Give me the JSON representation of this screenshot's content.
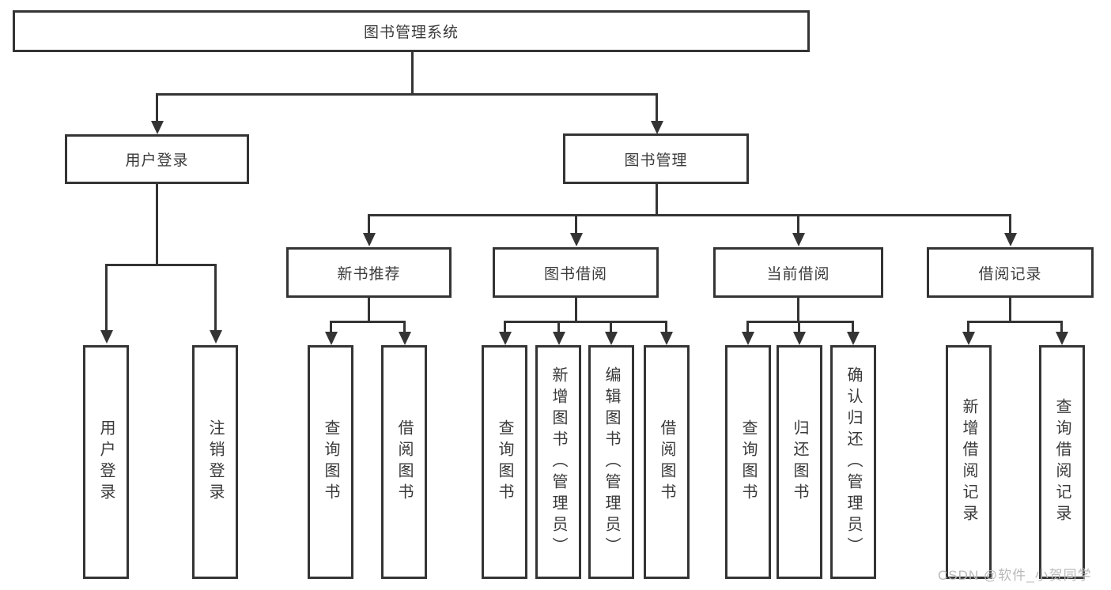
{
  "tree": {
    "label": "图书管理系统",
    "children": [
      {
        "label": "用户登录",
        "children": [
          {
            "label": "用户登录"
          },
          {
            "label": "注销登录"
          }
        ]
      },
      {
        "label": "图书管理",
        "children": [
          {
            "label": "新书推荐",
            "children": [
              {
                "label": "查询图书"
              },
              {
                "label": "借阅图书"
              }
            ]
          },
          {
            "label": "图书借阅",
            "children": [
              {
                "label": "查询图书"
              },
              {
                "label": "新增图书（管理员）"
              },
              {
                "label": "编辑图书（管理员）"
              },
              {
                "label": "借阅图书"
              }
            ]
          },
          {
            "label": "当前借阅",
            "children": [
              {
                "label": "查询图书"
              },
              {
                "label": "归还图书"
              },
              {
                "label": "确认归还（管理员）"
              }
            ]
          },
          {
            "label": "借阅记录",
            "children": [
              {
                "label": "新增借阅记录"
              },
              {
                "label": "查询借阅记录"
              }
            ]
          }
        ]
      }
    ]
  },
  "watermark": {
    "text": "CSDN @软件_小贺同学"
  },
  "colors": {
    "line": "#343434",
    "text": "#3a3a3a",
    "background": "#ffffff",
    "watermark": "#b9b9b9"
  }
}
